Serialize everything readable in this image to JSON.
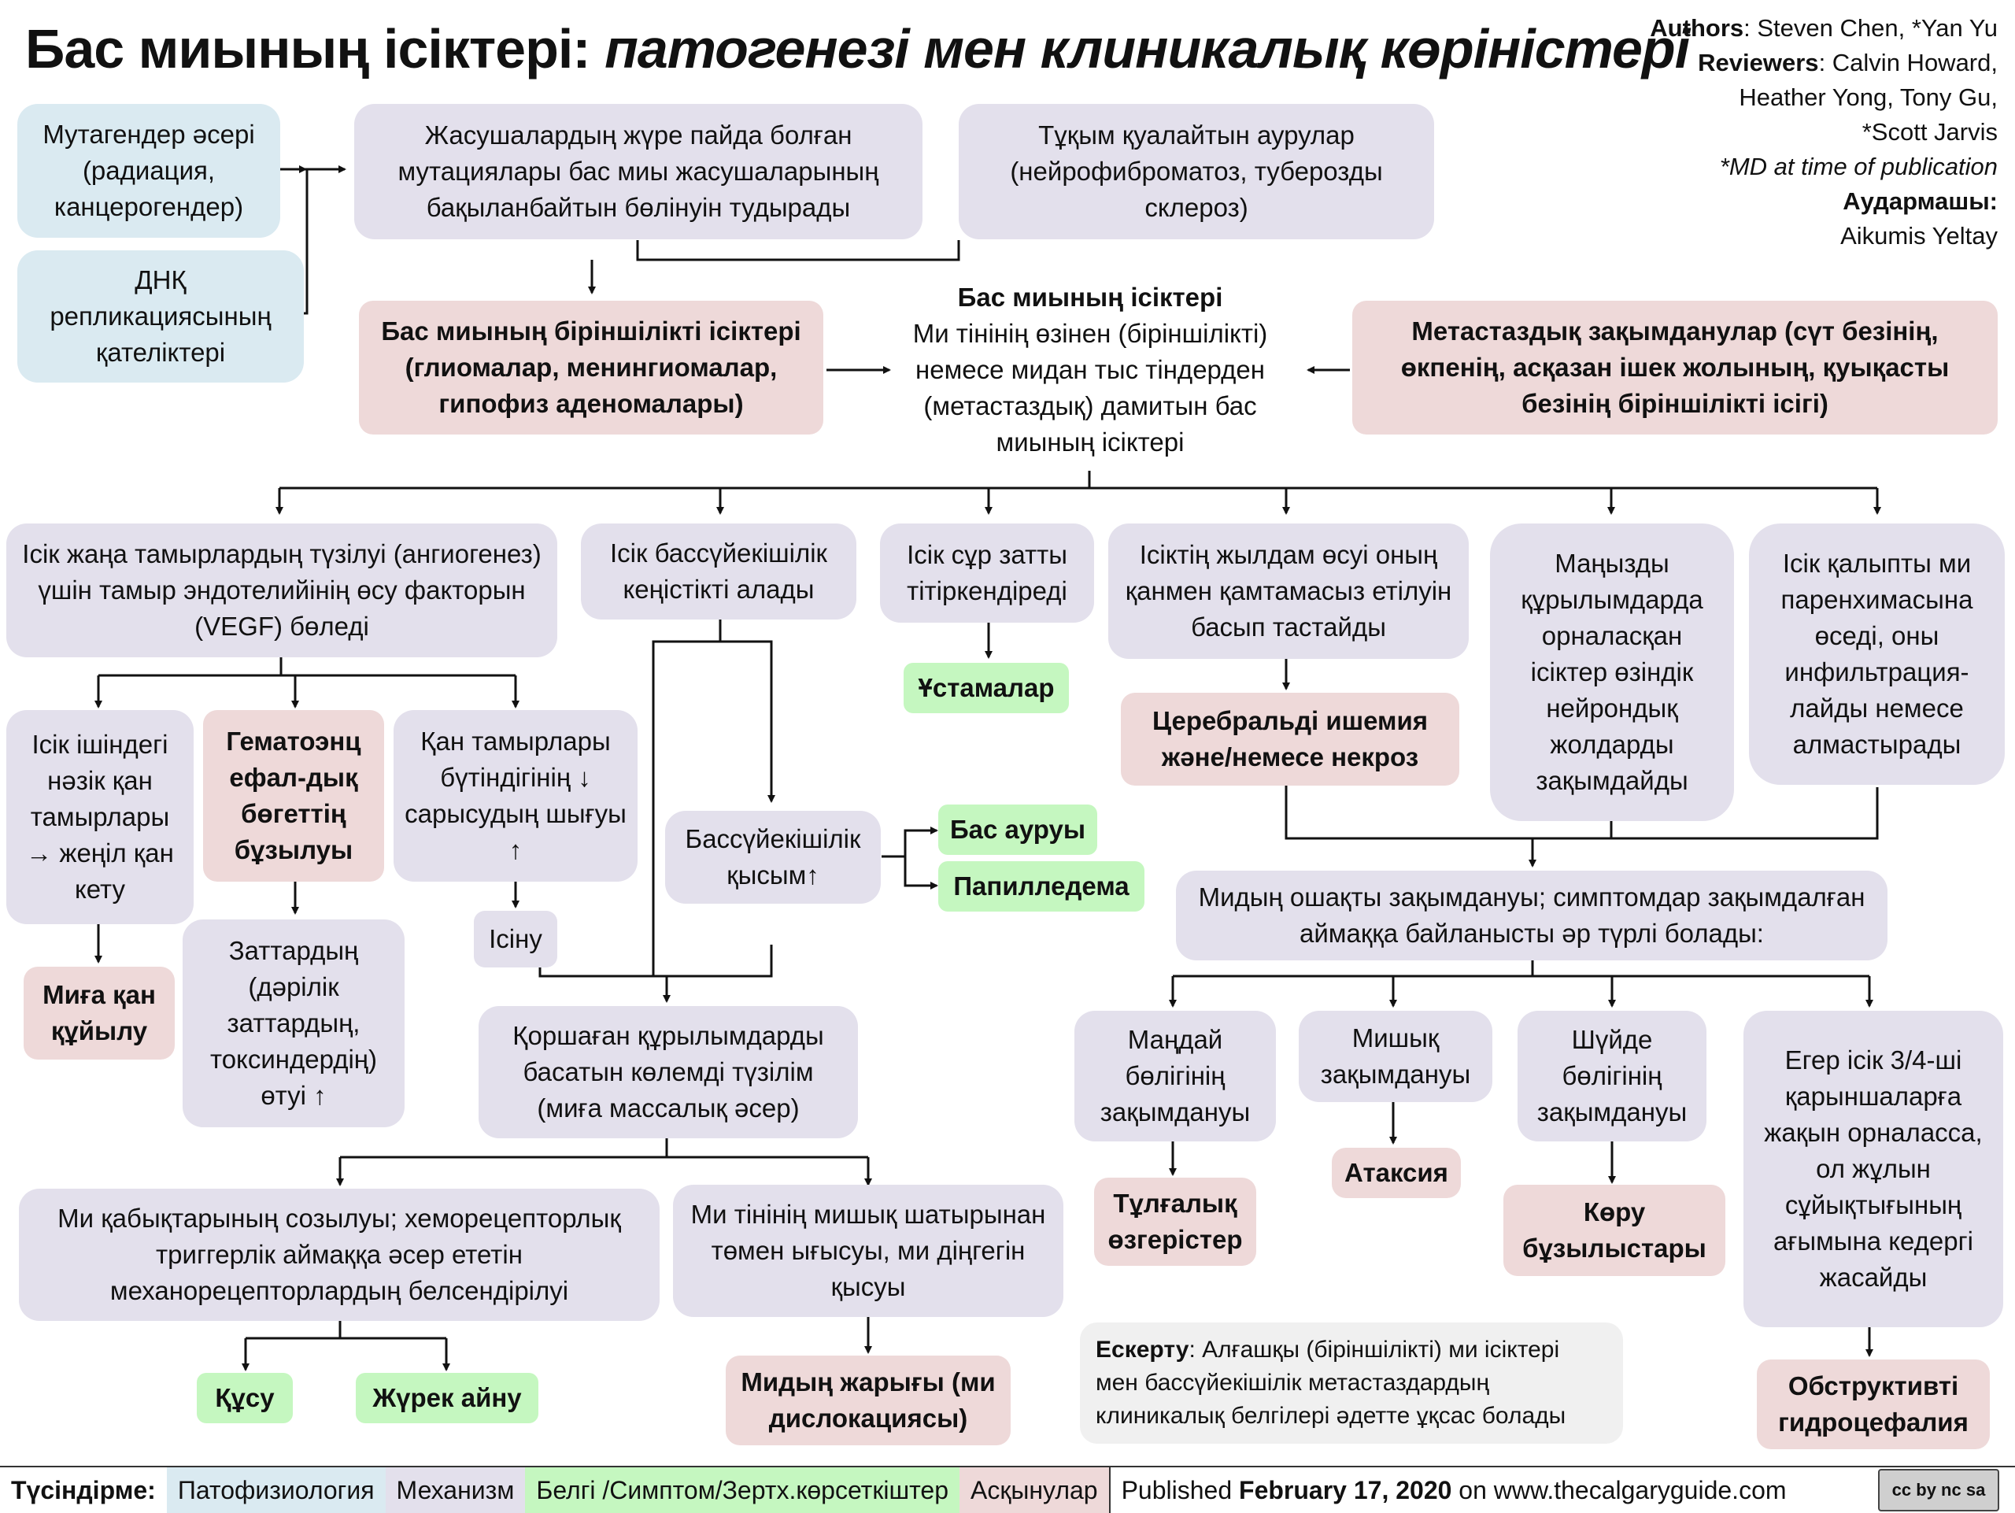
{
  "title": {
    "main": "Бас миының ісіктері:",
    "italic": "патогенезі мен клиникалық көріністері"
  },
  "authors": {
    "authors_label": "Authors",
    "authors_names": "Steven Chen, *Yan Yu",
    "reviewers_label": "Reviewers",
    "reviewers_line1": "Calvin Howard,",
    "reviewers_line2": "Heather Yong, Tony Gu,",
    "reviewers_line3": "*Scott Jarvis",
    "md_note": "*MD at time of publication",
    "translator_label": "Аудармашы:",
    "translator_name": "Aikumis Yeltay"
  },
  "nodes": {
    "mutagens": "Мутагендер әсері (радиация, канцерогендер)",
    "dna_errors": "ДНҚ репликациясының қателіктері",
    "acquired_mut": "Жасушалардың жүре пайда болған мутациялары бас миы жасушаларының бақыланбайтын бөлінуін тудырады",
    "hereditary": "Тұқым қуалайтын аурулар (нейрофиброматоз, туберозды склероз)",
    "primary_tumors": "Бас миының біріншілікті ісіктері (глиомалар, менингиомалар, гипофиз аденомалары)",
    "center_title": "Бас миының ісіктері",
    "center_text": "Ми тінінің өзінен (біріншілікті) немесе мидан тыс тіндерден (метастаздық) дамитын бас миының ісіктері",
    "metastatic": "Метастаздық зақымданулар (сүт безінің, өкпенің, асқазан ішек жолының, қуықасты безінің біріншілікті ісігі)",
    "vegf": "Ісік жаңа тамырлардың түзілуі (ангиогенез) үшін тамыр эндотелийінің өсу факторын (VEGF) бөледі",
    "intracranial_space": "Ісік бассүйекішілік кеңістікті алады",
    "gray_matter": "Ісік сұр затты тітіркендіреді",
    "seizures": "Ұстамалар",
    "rapid_growth": "Ісіктің жылдам өсуі оның қанмен қамтамасыз етілуін басып тастайды",
    "ischemia": "Церебральді ишемия және/немесе некроз",
    "critical_structures": "Маңызды құрылымдарда орналасқан ісіктер өзіндік нейрондық жолдарды зақымдайды",
    "infiltrate": "Ісік қалыпты ми паренхимасына өседі, оны инфильтрация-лайды немесе алмастырады",
    "fragile_vessels": "Ісік ішіндегі нәзік қан тамырлары → жеңіл қан кету",
    "hemorrhage": "Миға қан құйылу",
    "bbb": "Гематоэнц ефал-дық бөгеттің бұзылуы",
    "substances": "Заттардың (дәрілік заттардың, токсиндердің) өтуі ↑",
    "vessel_integrity": "Қан тамырлары бүтіндігінің ↓ сарысудың шығуы ↑",
    "edema": "Ісіну",
    "icp": "Бассүйекішілік қысым↑",
    "headache": "Бас ауруы",
    "papilledema": "Папилледема",
    "mass_effect": "Қоршаған құрылымдарды басатын көлемді түзілім (миға массалық әсер)",
    "focal_damage": "Мидың ошақты зақымдануы; симптомдар зақымдалған аймаққа байланысты әр түрлі болады:",
    "meninges_stretch": "Ми қабықтарының созылуы; хеморецепторлық триггерлік аймаққа әсер ететін механорецепторлардың белсендірілуі",
    "herniation_mech": "Ми тінінің мишық шатырынан төмен ығысуы, ми діңгегін қысуы",
    "herniation": "Мидың жарығы (ми дислокациясы)",
    "vomiting": "Құсу",
    "nausea": "Жүрек айну",
    "frontal": "Маңдай бөлігінің зақымдануы",
    "personality": "Тұлғалық өзгерістер",
    "cerebellar": "Мишық зақымдануы",
    "ataxia": "Атаксия",
    "occipital": "Шүйде бөлігінің зақымдануы",
    "vision": "Көру бұзылыстары",
    "ventricles": "Егер ісік 3/4-ші қарыншаларға жақын орналасса, ол жұлын сұйықтығының ағымына кедергі жасайды",
    "hydrocephalus": "Обструктивті гидроцефалия",
    "note_label": "Ескерту",
    "note_text": ": Алғашқы (біріншілікті) ми ісіктері мен бассүйекішілік метастаздардың клиникалық белгілері әдетте ұқсас болады"
  },
  "legend": {
    "label": "Түсіндірме:",
    "patho": "Патофизиология",
    "mech": "Механизм",
    "sign": "Белгі /Симптом/Зертх.көрсеткіштер",
    "comp": "Асқынулар"
  },
  "footer": {
    "published": "Published",
    "date": "February 17, 2020",
    "site": "on www.thecalgaryguide.com",
    "license_badge": "cc by nc sa"
  },
  "colors": {
    "patho": "#daeaf1",
    "mech": "#e3e0ec",
    "sign": "#c5f7c0",
    "comp": "#eed9d9"
  }
}
